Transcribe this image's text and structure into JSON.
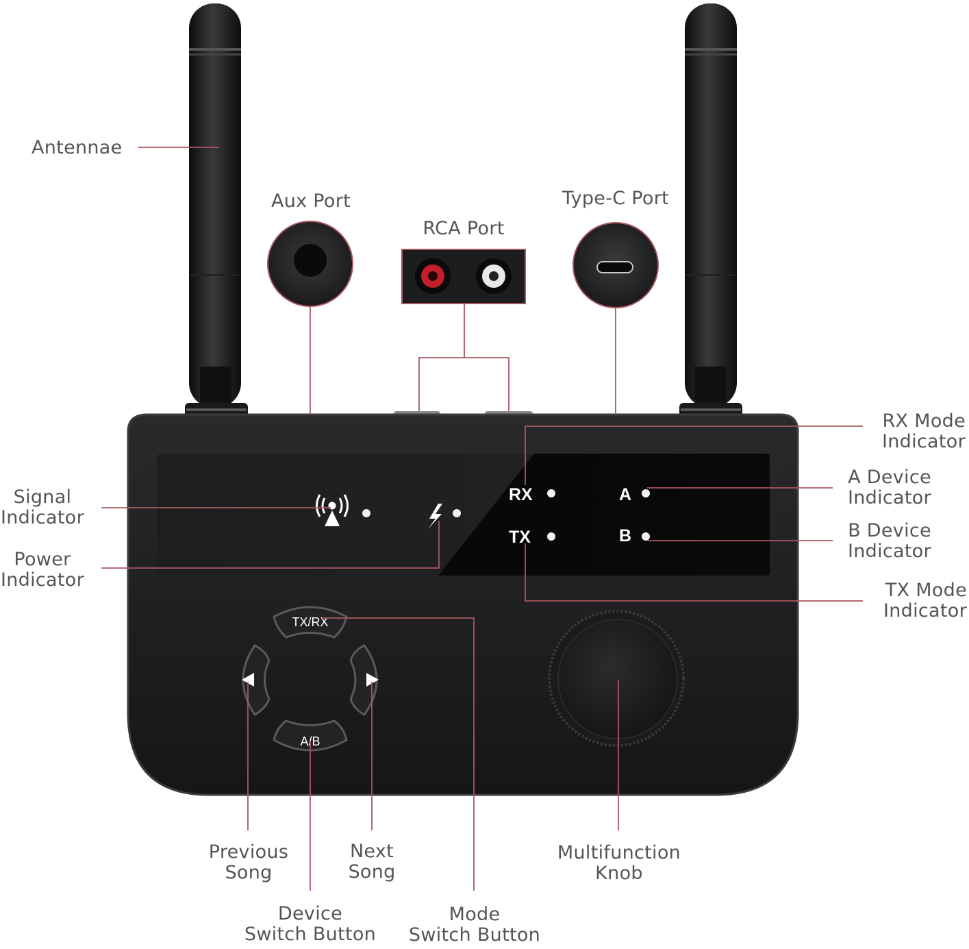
{
  "labels": {
    "antennae": "Antennae",
    "aux_port": "Aux Port",
    "rca_port": "RCA Port",
    "type_c_port": "Type-C Port",
    "rx_mode_indicator": [
      "RX Mode",
      "Indicator"
    ],
    "a_device_indicator": [
      "A Device",
      "Indicator"
    ],
    "b_device_indicator": [
      "B Device",
      "Indicator"
    ],
    "tx_mode_indicator": [
      "TX Mode",
      "Indicator"
    ],
    "signal_indicator": [
      "Signal",
      "Indicator"
    ],
    "power_indicator": [
      "Power",
      "Indicator"
    ],
    "previous_song": [
      "Previous",
      "Song"
    ],
    "next_song": [
      "Next",
      "Song"
    ],
    "device_switch_button": [
      "Device",
      "Switch Button"
    ],
    "mode_switch_button": [
      "Mode",
      "Switch Button"
    ],
    "multifunction_knob": [
      "Multifunction",
      "Knob"
    ]
  },
  "device": {
    "panel_rx": "RX",
    "panel_tx": "TX",
    "panel_a": "A",
    "panel_b": "B",
    "btn_txrx": "TX/RX",
    "btn_ab": "A/B"
  },
  "colors": {
    "leader_line": "#a8585e",
    "body": "#1d1d1f",
    "label_text": "#555555"
  }
}
